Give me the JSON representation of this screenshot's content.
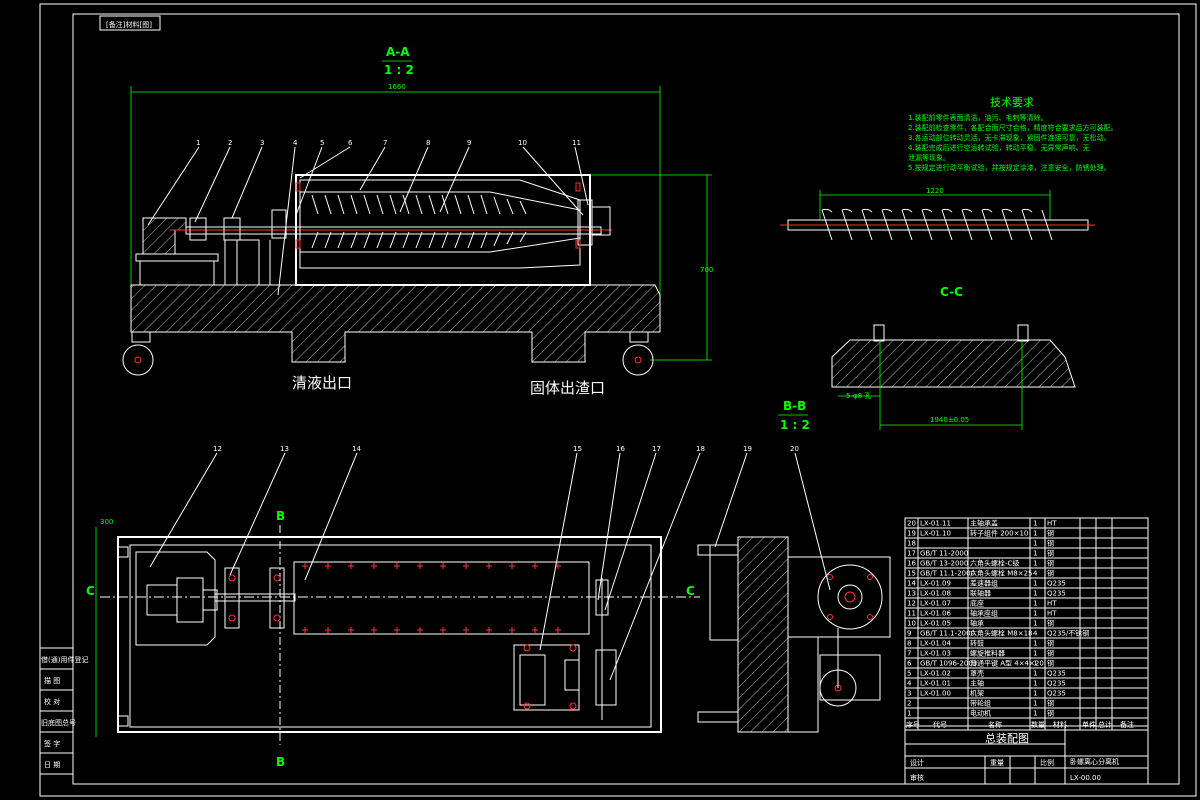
{
  "title_tab": "[备注]材料[图]",
  "section_aa": {
    "label": "A-A",
    "scale": "1 : 2"
  },
  "section_bb": {
    "label": "B-B",
    "scale": "1 : 2"
  },
  "section_cc": {
    "label": "C-C"
  },
  "outlet_clear": "清液出口",
  "outlet_solid": "固体出渣口",
  "tech_req": {
    "title": "技术要求",
    "lines": [
      "1.装配前零件表面清洁，油污、毛刺等清除。",
      "2.装配前检查零件，各配合面尺寸合格，精度符合要求后方可装配。",
      "3.各运动部位转动灵活，无卡滞现象，紧固件连接可靠，无松动。",
      "4.装配完成后进行空运转试验，转动平稳、无异常声响、无",
      "  泄漏等现象。",
      "5.按规定进行动平衡试验，并按规定涂漆，注意安全，防锈处理。"
    ]
  },
  "dims": {
    "overall": "1660",
    "height": "700",
    "screw": "1220",
    "bb_w": "300",
    "cc_small": "5-φ8 孔",
    "cc_len": "1940±0.05"
  },
  "callouts_top": [
    "1",
    "2",
    "3",
    "4",
    "5",
    "6",
    "7",
    "8",
    "9",
    "10",
    "11"
  ],
  "callouts_bottom": [
    "12",
    "13",
    "14",
    "15",
    "16",
    "17",
    "18",
    "19",
    "20"
  ],
  "cut_labels": {
    "b": "B",
    "c": "C"
  },
  "bom_rows": [
    {
      "n": "20",
      "code": "LX-01.11",
      "name": "主轴承盖",
      "qty": "1",
      "mat": "HT"
    },
    {
      "n": "19",
      "code": "LX-01.10",
      "name": "转子组件 200×10",
      "qty": "1",
      "mat": "钢"
    },
    {
      "n": "18",
      "code": "",
      "name": "",
      "qty": "1",
      "mat": "钢"
    },
    {
      "n": "17",
      "code": "GB/T 11-2000",
      "name": "",
      "qty": "1",
      "mat": "钢"
    },
    {
      "n": "16",
      "code": "GB/T 13-2000",
      "name": "六角头螺栓-C级",
      "qty": "1",
      "mat": "钢"
    },
    {
      "n": "15",
      "code": "GB/T 11.1-2000",
      "name": "六角头螺栓 M8×25",
      "qty": "4",
      "mat": "钢"
    },
    {
      "n": "14",
      "code": "LX-01.09",
      "name": "差速器组",
      "qty": "1",
      "mat": "Q235"
    },
    {
      "n": "13",
      "code": "LX-01.08",
      "name": "联轴器",
      "qty": "1",
      "mat": "Q235"
    },
    {
      "n": "12",
      "code": "LX-01.07",
      "name": "底座",
      "qty": "1",
      "mat": "HT"
    },
    {
      "n": "11",
      "code": "LX-01.06",
      "name": "轴承座组",
      "qty": "1",
      "mat": "HT"
    },
    {
      "n": "10",
      "code": "LX-01.05",
      "name": "轴承",
      "qty": "1",
      "mat": "钢"
    },
    {
      "n": "9",
      "code": "GB/T 11.1-2000",
      "name": "六角头螺栓 M8×18",
      "qty": "4",
      "mat": "Q235/不锈钢"
    },
    {
      "n": "8",
      "code": "LX-01.04",
      "name": "转鼓",
      "qty": "1",
      "mat": "钢"
    },
    {
      "n": "7",
      "code": "LX-01.03",
      "name": "螺旋推料器",
      "qty": "1",
      "mat": "钢"
    },
    {
      "n": "6",
      "code": "GB/T 1096-2003",
      "name": "普通平键 A型 4×4×20",
      "qty": "1",
      "mat": "钢"
    },
    {
      "n": "5",
      "code": "LX-01.02",
      "name": "罩壳",
      "qty": "1",
      "mat": "Q235"
    },
    {
      "n": "4",
      "code": "LX-01.01",
      "name": "主轴",
      "qty": "1",
      "mat": "Q235"
    },
    {
      "n": "3",
      "code": "LX-01.00",
      "name": "机架",
      "qty": "1",
      "mat": "Q235"
    },
    {
      "n": "2",
      "code": "",
      "name": "带轮组",
      "qty": "1",
      "mat": "钢"
    },
    {
      "n": "1",
      "code": "",
      "name": "电动机",
      "qty": "1",
      "mat": "钢"
    }
  ],
  "bom_header": {
    "n": "序号",
    "code": "代号",
    "name": "名称",
    "qty": "数量",
    "mat": "材料",
    "single": "单件",
    "total": "总计",
    "note": "备注"
  },
  "title_block": {
    "drawing_name": "总装配图",
    "product": "卧螺离心分离机",
    "code": "LX-00.00",
    "weight_label": "重量",
    "scale_label": "比例",
    "designer": "设计",
    "check": "审核"
  },
  "left_stamp": [
    "借(通)用件登记",
    "描  图",
    "校  对",
    "旧底图总号",
    "签  字",
    "日  期"
  ]
}
